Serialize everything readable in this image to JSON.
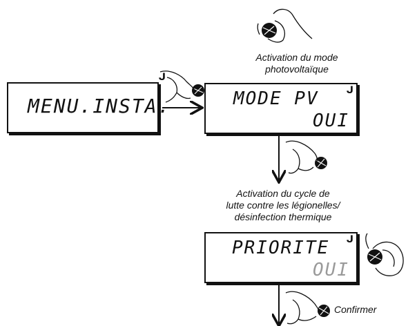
{
  "screens": {
    "menu_insta": {
      "title": "MENU.INSTA."
    },
    "mode_pv": {
      "title": "MODE PV",
      "value": "OUI"
    },
    "priorite": {
      "title": "PRIORITE",
      "value": "OUI"
    }
  },
  "captions": {
    "top_line1": "Activation du mode",
    "top_line2": "photovoltaïque",
    "mid_line1": "Activation du cycle de",
    "mid_line2": "lutte contre les légionelles/",
    "mid_line3": "désinfection thermique",
    "confirm": "Confirmer"
  },
  "icons": {
    "wrench": "wrench-icon",
    "knob": "knob-icon",
    "hand": "hand-icon"
  },
  "colors": {
    "ink": "#111111",
    "dim_value": "#9a9a9a"
  }
}
